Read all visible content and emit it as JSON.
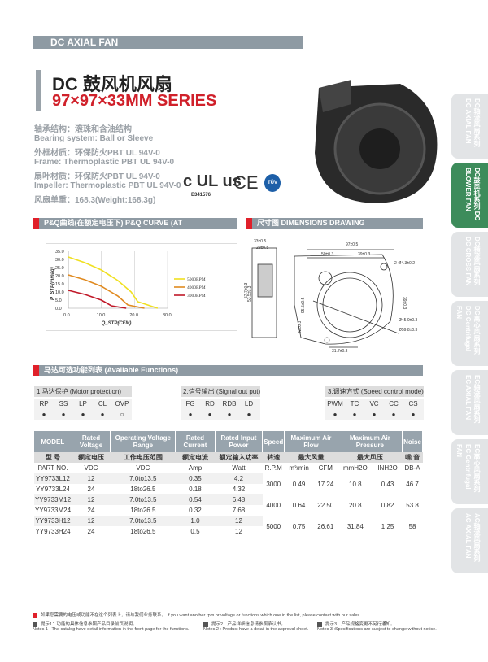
{
  "header": {
    "category": "DC AXIAL FAN",
    "title": "DC 鼓风机风扇",
    "subtitle": "97×97×33MM  SERIES"
  },
  "specs": [
    "轴承结构：滚珠和含油结构",
    "Bearing system: Ball or Sleeve",
    "外框材质：环保防火PBT UL 94V-0",
    "Frame: Thermoplastic PBT UL 94V-0",
    "扇叶材质：环保防火PBT UL 94V-0",
    "Impeller: Thermoplastic PBT UL 94V-0",
    "风扇单重：168.3(Weight:168.3g)"
  ],
  "certs": {
    "ul": "c UL us",
    "ul_no": "E341576",
    "ce": "CE",
    "tuv": "TÜV"
  },
  "sections": {
    "pq": "P&Q曲线(在额定电压下)  P&Q CURVE (AT RATEDVOLTAGE)",
    "dim": "尺寸图  DIMENSIONS DRAWING",
    "func": "马达可选功能列表  (Available Functions)"
  },
  "chart_data": {
    "type": "line",
    "xlabel": "Q_STP(CFM)",
    "ylabel": "P_STP(mmaq)",
    "xlim": [
      0,
      30
    ],
    "ylim": [
      0,
      35
    ],
    "xticks": [
      "0.0",
      "10.0",
      "20.0",
      "30.0"
    ],
    "yticks": [
      "0.0",
      "5.0",
      "10.0",
      "15.0",
      "20.0",
      "25.0",
      "30.0",
      "35.0"
    ],
    "legend": "right",
    "grid": true,
    "series": [
      {
        "name": "5000RPM",
        "color": "#f0e020",
        "points": [
          [
            0,
            31.5
          ],
          [
            5,
            28
          ],
          [
            10,
            23.5
          ],
          [
            15,
            17
          ],
          [
            19,
            10
          ],
          [
            21,
            4
          ],
          [
            27,
            0
          ]
        ]
      },
      {
        "name": "4000RPM",
        "color": "#e08a20",
        "points": [
          [
            0,
            20.5
          ],
          [
            5,
            17.5
          ],
          [
            10,
            13.5
          ],
          [
            15,
            7.5
          ],
          [
            18,
            2
          ],
          [
            23,
            0
          ]
        ]
      },
      {
        "name": "3000RPM",
        "color": "#c01828",
        "points": [
          [
            0,
            11
          ],
          [
            5,
            8.5
          ],
          [
            10,
            5
          ],
          [
            13,
            1.5
          ],
          [
            17.5,
            0
          ]
        ]
      }
    ]
  },
  "dims": {
    "d1": "33±0.5",
    "d2": "29±0.5",
    "d3": "57.7±0.3",
    "d4": "53.5±0.3",
    "d5": "97±0.5",
    "d6": "50±0.3",
    "d7": "39±0.3",
    "d8": "2-Ø4.3±0.2",
    "d9": "39±0.3",
    "d10": "95.5±0.5",
    "d11": "32±0.3",
    "d12": "Ø45.0±0.3",
    "d13": "Ø59.8±0.3",
    "d14": "31.7±0.3"
  },
  "functions": [
    {
      "title": "1.马达保护 (Motor protection)",
      "items": [
        {
          "k": "RP",
          "v": "●"
        },
        {
          "k": "SS",
          "v": "●"
        },
        {
          "k": "LP",
          "v": "●"
        },
        {
          "k": "CL",
          "v": "●"
        },
        {
          "k": "OVP",
          "v": "○"
        }
      ]
    },
    {
      "title": "2.信号输出 (Signal out put)",
      "items": [
        {
          "k": "FG",
          "v": "●"
        },
        {
          "k": "RD",
          "v": "●"
        },
        {
          "k": "RDB",
          "v": "●"
        },
        {
          "k": "LD",
          "v": "●"
        }
      ]
    },
    {
      "title": "3.调速方式 (Speed control mode)",
      "items": [
        {
          "k": "PWM",
          "v": "●"
        },
        {
          "k": "TC",
          "v": "●"
        },
        {
          "k": "VC",
          "v": "●"
        },
        {
          "k": "CC",
          "v": "●"
        },
        {
          "k": "CS",
          "v": "●"
        }
      ]
    }
  ],
  "table": {
    "headers": [
      "MODEL",
      "Rated Voltage",
      "Operating Voltage Range",
      "Rated Current",
      "Rated Input Power",
      "Speed",
      "Maximum Air Flow",
      "Maximum Air Pressure",
      "Noise"
    ],
    "cn": [
      "型  号",
      "额定电压",
      "工作电压范围",
      "额定电流",
      "额定输入功率",
      "转速",
      "最大风量",
      "最大风压",
      "噪  音"
    ],
    "units": [
      "PART NO.",
      "VDC",
      "VDC",
      "Amp",
      "Watt",
      "R.P.M",
      "m³/min",
      "CFM",
      "mmH2O",
      "INH2O",
      "DB-A"
    ],
    "rows": [
      [
        "YY9733L12",
        "12",
        "7.0to13.5",
        "0.35",
        "4.2"
      ],
      [
        "YY9733L24",
        "24",
        "18to26.5",
        "0.18",
        "4.32"
      ],
      [
        "YY9733M12",
        "12",
        "7.0to13.5",
        "0.54",
        "6.48"
      ],
      [
        "YY9733M24",
        "24",
        "18to26.5",
        "0.32",
        "7.68"
      ],
      [
        "YY9733H12",
        "12",
        "7.0to13.5",
        "1.0",
        "12"
      ],
      [
        "YY9733H24",
        "24",
        "18to26.5",
        "0.5",
        "12"
      ]
    ],
    "groups": [
      [
        "3000",
        "0.49",
        "17.24",
        "10.8",
        "0.43",
        "46.7"
      ],
      [
        "4000",
        "0.64",
        "22.50",
        "20.8",
        "0.82",
        "53.8"
      ],
      [
        "5000",
        "0.75",
        "26.61",
        "31.84",
        "1.25",
        "58"
      ]
    ]
  },
  "sidebar": [
    "DC轴流风扇系列 DC AXIAL FAN",
    "DC鼓风机系列 DC BLOWER FAN",
    "DC横流风扇系列 DC CROSS FAN",
    "DC离心风扇系列 DC Centrifugal FAN",
    "EC轴流风扇系列 EC AXIAL FAN",
    "EC离心风扇系列 EC Centrifugal FAN",
    "AC轴流风扇系列 AC AXIAL FAN"
  ],
  "footer": {
    "contact": "如果您需要的电压或功能不在这个列表上，请与我们业务联系。   If you want another rpm or voltage or functions which one in the list, please contact with our sales.",
    "notes": [
      {
        "cn": "提示1：功能的具体信息参照产品目录前页说明。",
        "en": "Notes 1 : The catalog have detail information in the front page for the functions."
      },
      {
        "cn": "提示2：产品详细信息请参照承认书。",
        "en": "Notes 2 : Product have a detail in the approval sheet."
      },
      {
        "cn": "提示3：产品规格变更不另行通知。",
        "en": "Notes 3 :Specifications are subject to change without notice."
      }
    ]
  }
}
